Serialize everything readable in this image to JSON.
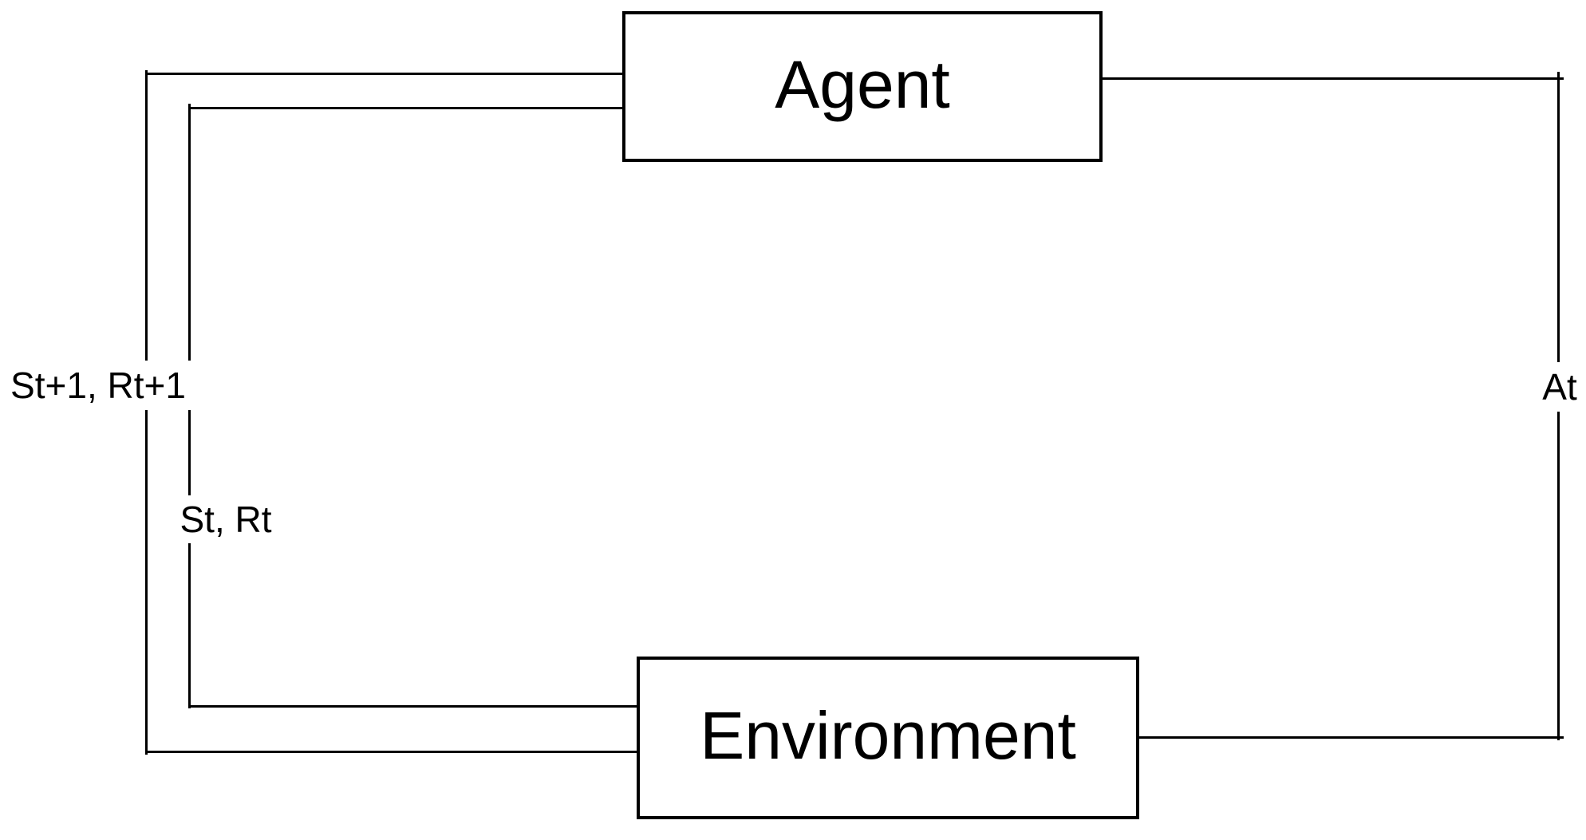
{
  "diagram": {
    "background": "#ffffff",
    "line_color": "#000000",
    "text_color": "#000000",
    "nodes": {
      "agent": {
        "label": "Agent"
      },
      "environment": {
        "label": "Environment"
      }
    },
    "edges": {
      "action": {
        "label": "At",
        "from": "Agent",
        "to": "Environment",
        "side": "right"
      },
      "next_state_reward": {
        "label": "St+1, Rt+1",
        "from": "Environment",
        "to": "Agent",
        "side": "left-outer"
      },
      "state_reward": {
        "label": "St, Rt",
        "from": "Environment",
        "to": "Agent",
        "side": "left-inner"
      }
    }
  }
}
